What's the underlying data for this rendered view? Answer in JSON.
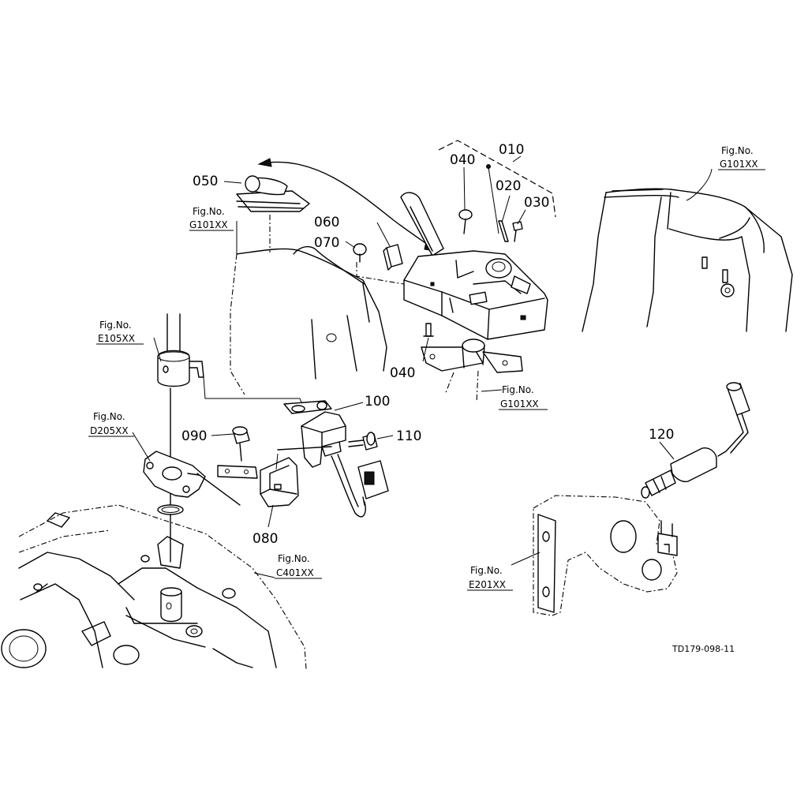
{
  "diagram": {
    "drawing_code": "TD179-098-11",
    "part_numbers": {
      "p010": "010",
      "p020": "020",
      "p030": "030",
      "p040a": "040",
      "p040b": "040",
      "p050": "050",
      "p060": "060",
      "p070": "070",
      "p080": "080",
      "p090": "090",
      "p100": "100",
      "p110": "110",
      "p120": "120"
    },
    "figure_refs": {
      "g101_left": {
        "line1": "Fig.No.",
        "line2": "G101XX"
      },
      "g101_right": {
        "line1": "Fig.No.",
        "line2": "G101XX"
      },
      "g101_bottom": {
        "line1": "Fig.No.",
        "line2": "G101XX"
      },
      "e105": {
        "line1": "Fig.No.",
        "line2": "E105XX"
      },
      "d205": {
        "line1": "Fig.No.",
        "line2": "D205XX"
      },
      "c401": {
        "line1": "Fig.No.",
        "line2": "C401XX"
      },
      "e201": {
        "line1": "Fig.No.",
        "line2": "E201XX"
      }
    }
  }
}
